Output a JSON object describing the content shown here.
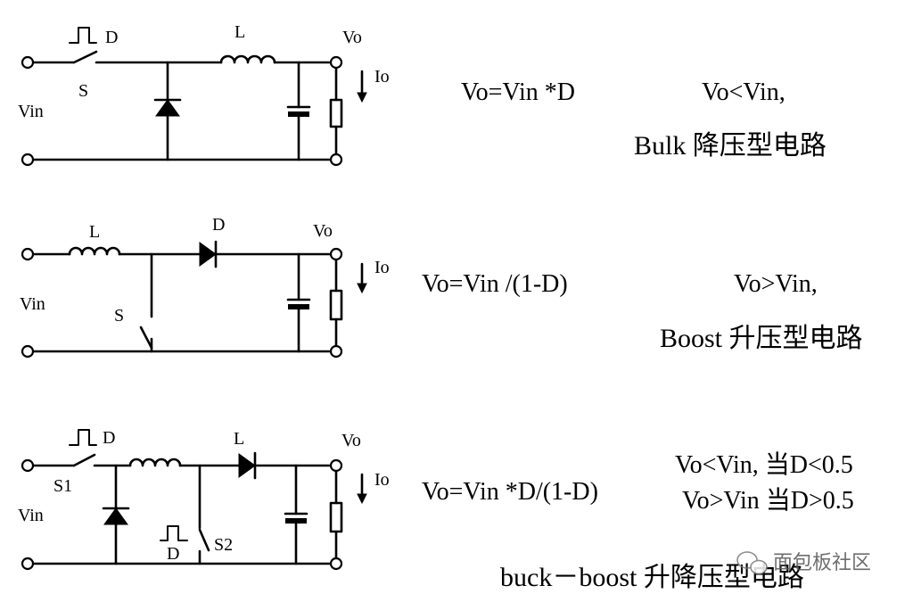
{
  "buck": {
    "label_D": "D",
    "label_S": "S",
    "label_L": "L",
    "label_Vo": "Vo",
    "label_Io": "Io",
    "label_Vin": "Vin",
    "formula": "Vo=Vin *D",
    "relation": "Vo<Vin,",
    "name": "Bulk  降压型电路"
  },
  "boost": {
    "label_L": "L",
    "label_D": "D",
    "label_Vo": "Vo",
    "label_Io": "Io",
    "label_Vin": "Vin",
    "label_S": "S",
    "formula": "Vo=Vin /(1-D)",
    "relation": "Vo>Vin,",
    "name": "Boost  升压型电路"
  },
  "buck_boost": {
    "label_D1": "D",
    "label_S1": "S1",
    "label_L": "L",
    "label_Vo": "Vo",
    "label_Io": "Io",
    "label_Vin": "Vin",
    "label_D2": "D",
    "label_S2": "S2",
    "formula": "Vo=Vin *D/(1-D)",
    "relation_1": "Vo<Vin, 当D<0.5",
    "relation_2": "Vo>Vin 当D>0.5",
    "name": "buck－boost  升降压型电路"
  },
  "watermark": "面包板社区"
}
